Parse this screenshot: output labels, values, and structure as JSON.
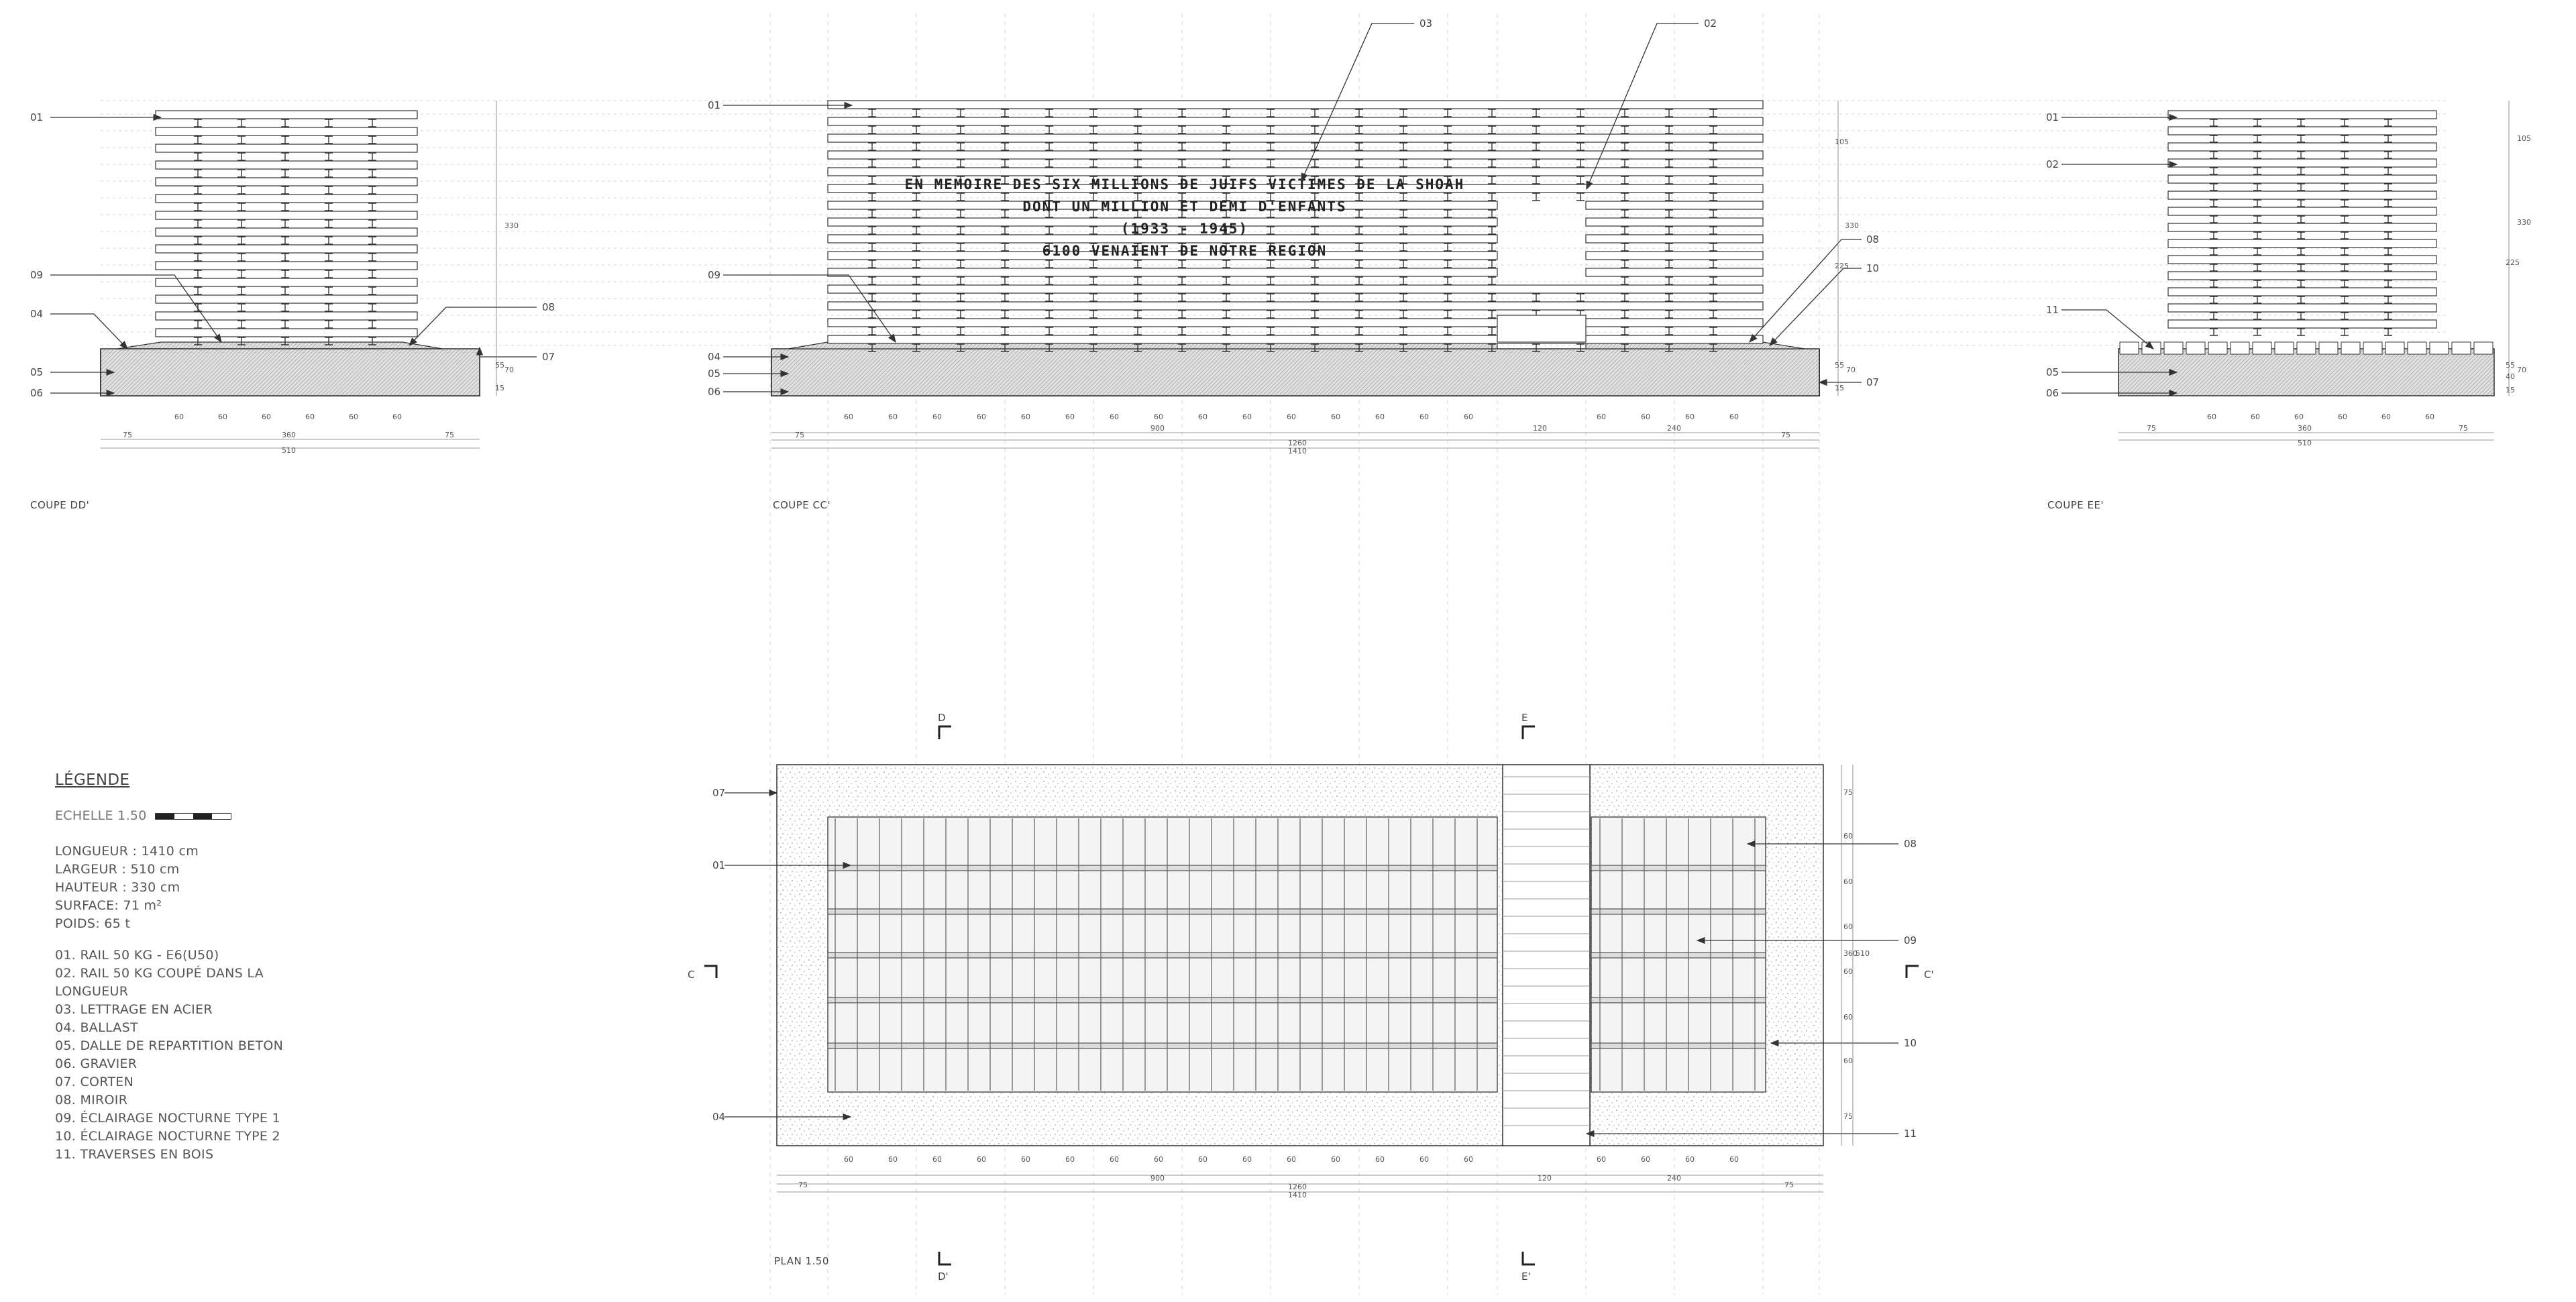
{
  "callouts": [
    "01",
    "02",
    "03",
    "04",
    "05",
    "06",
    "07",
    "08",
    "09",
    "10",
    "11"
  ],
  "sections": {
    "dd": {
      "caption": "COUPE DD'"
    },
    "cc": {
      "caption": "COUPE CC'"
    },
    "ee": {
      "caption": "COUPE EE'"
    },
    "plan": {
      "caption": "PLAN 1.50"
    }
  },
  "inscription": [
    "EN MEMOIRE DES SIX MILLIONS DE JUIFS VICTIMES DE LA SHOAH",
    "DONT UN MILLION ET DEMI D'ENFANTS",
    "(1933 - 1945)",
    "6100 VENAIENT DE NOTRE REGION"
  ],
  "section_marks": {
    "d": "D",
    "d2": "D'",
    "e": "E",
    "e2": "E'",
    "c": "C",
    "c2": "C'"
  },
  "dimensions": {
    "sixty": "60",
    "seventy_five": "75",
    "d_total": "510",
    "d_mid": "360",
    "cc_900": "900",
    "cc_120": "120",
    "cc_240": "240",
    "cc_1260": "1260",
    "cc_1410": "1410",
    "height_330": "330",
    "height_225": "225",
    "height_105": "105",
    "base_55": "55",
    "base_70": "70",
    "base_15": "15",
    "base_40": "40",
    "ee_mid": "360",
    "ee_total": "510",
    "plan_900": "900",
    "plan_120": "120",
    "plan_240": "240",
    "plan_1260": "1260",
    "plan_1410": "1410",
    "plan_side_360": "360",
    "plan_side_510": "510",
    "plan_side_75": "75"
  },
  "legend": {
    "title": "LÉGENDE",
    "scale_label": "ECHELLE 1.50",
    "specs": [
      "LONGUEUR : 1410 cm",
      "LARGEUR : 510 cm",
      "HAUTEUR : 330 cm",
      "SURFACE: 71 m²",
      "POIDS: 65 t"
    ],
    "items": [
      "01. RAIL 50 KG - E6(U50)",
      "02. RAIL 50 KG COUPÉ DANS LA LONGUEUR",
      "03. LETTRAGE EN ACIER",
      "04. BALLAST",
      "05. DALLE DE REPARTITION BETON",
      "06. GRAVIER",
      "07. CORTEN",
      "08. MIROIR",
      "09. ÉCLAIRAGE NOCTURNE TYPE 1",
      "10. ÉCLAIRAGE NOCTURNE TYPE 2",
      "11. TRAVERSES EN BOIS"
    ]
  },
  "colors": {
    "line": "#333333",
    "fill_hatch": "#d4d4d4",
    "paper": "#ffffff"
  }
}
